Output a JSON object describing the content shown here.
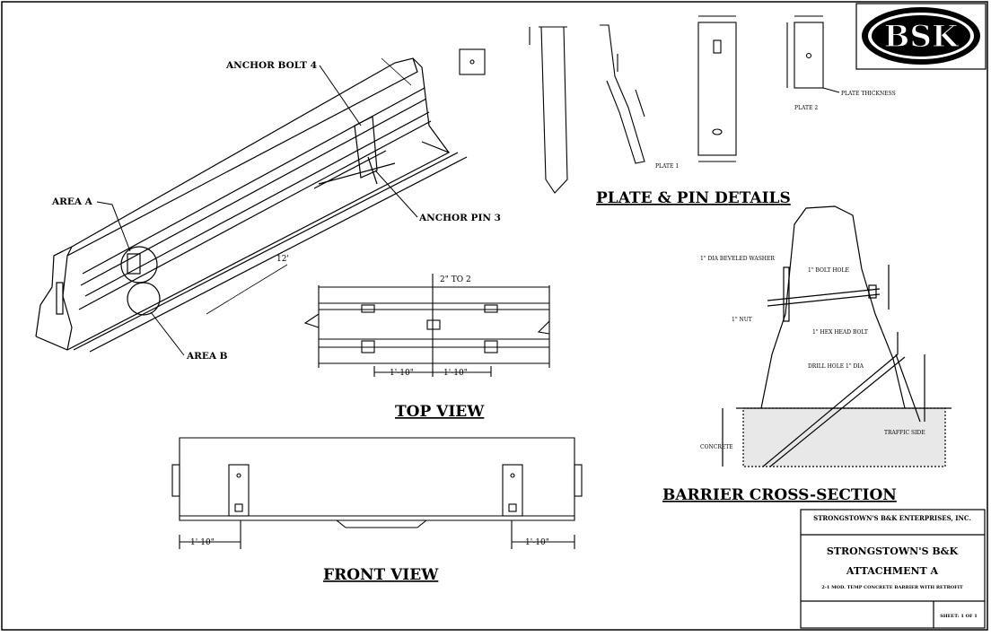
{
  "logo": {
    "text": "BSK"
  },
  "headings": {
    "plate_pin": "PLATE & PIN DETAILS",
    "top_view": "TOP VIEW",
    "front_view": "FRONT VIEW",
    "cross_section": "BARRIER CROSS-SECTION"
  },
  "isometric": {
    "anchor_bolt": "ANCHOR BOLT 4",
    "anchor_pin": "ANCHOR PIN 3",
    "area_a": "AREA A",
    "area_b": "AREA B",
    "length": "12'"
  },
  "top_view": {
    "gap": "2\" TO 2",
    "dim_left": "1'-10\"",
    "dim_right": "1'-10\""
  },
  "front_view": {
    "dim_left": "1'-10\"",
    "dim_right": "1'-10\""
  },
  "plate": {
    "label1": "PLATE 1",
    "label2": "PLATE 2",
    "thickness": "PLATE THICKNESS"
  },
  "cross": {
    "washer": "1\" DIA BEVELED WASHER",
    "bolt_hole": "1\" BOLT HOLE",
    "nut": "1\" NUT",
    "hex_bolt": "1\" HEX HEAD BOLT",
    "drill": "DRILL HOLE 1\" DIA",
    "concrete": "CONCRETE",
    "traffic": "TRAFFIC SIDE"
  },
  "title_block": {
    "company": "STRONGSTOWN'S B&K ENTERPRISES, INC.",
    "name": "STRONGSTOWN'S B&K",
    "attachment": "ATTACHMENT A",
    "desc": "2-1 MOD. TEMP CONCRETE BARRIER WITH RETROFIT",
    "sheet": "SHEET: 1 OF 1"
  }
}
